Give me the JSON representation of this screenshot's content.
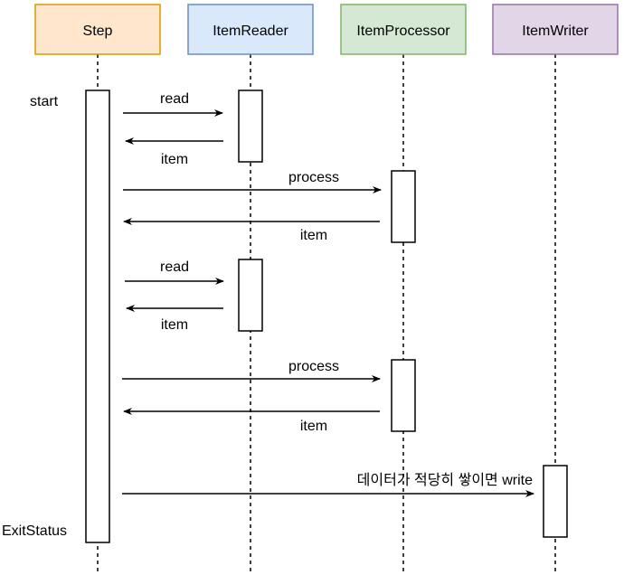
{
  "participants": [
    {
      "label": "Step",
      "fill": "#ffe6cc",
      "stroke": "#d79b00"
    },
    {
      "label": "ItemReader",
      "fill": "#dae8fc",
      "stroke": "#6c8ebf"
    },
    {
      "label": "ItemProcessor",
      "fill": "#d5e8d4",
      "stroke": "#82b366"
    },
    {
      "label": "ItemWriter",
      "fill": "#e1d5e7",
      "stroke": "#9673a6"
    }
  ],
  "side_labels": {
    "start": "start",
    "exit": "ExitStatus"
  },
  "messages": [
    {
      "label": "read"
    },
    {
      "label": "item"
    },
    {
      "label": "process"
    },
    {
      "label": "item"
    },
    {
      "label": "read"
    },
    {
      "label": "item"
    },
    {
      "label": "process"
    },
    {
      "label": "item"
    },
    {
      "label": "데이터가 적당히 쌓이면 write"
    }
  ]
}
